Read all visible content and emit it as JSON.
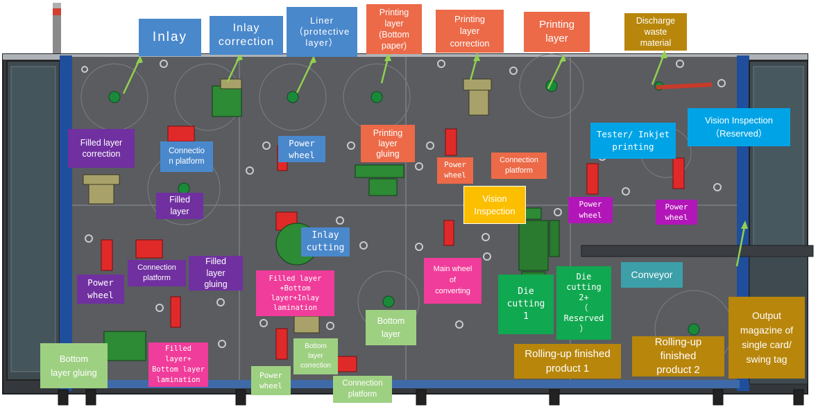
{
  "colors": {
    "blue": "#4a88cc",
    "orange": "#ec6a48",
    "gold": "#b8860b",
    "purple": "#7030a0",
    "cyan": "#00a4e6",
    "magenta": "#b316b8",
    "pink": "#f03c9a",
    "yellow": "#fcbf00",
    "green": "#10a850",
    "light_green": "#9ed082",
    "teal": "#3d9fa8",
    "machine_body": "#5a5c60",
    "machine_frame": "#34373c",
    "arrow": "#92d050"
  },
  "labels": {
    "inlay": "Inlay",
    "inlay_correction": "Inlay\ncorrection",
    "liner": "Liner\n（protective\nlayer）",
    "printing_bottom": "Printing\nlayer\n(Bottom\npaper)",
    "printing_correction": "Printing\nlayer\ncorrection",
    "printing_layer": "Printing\nlayer",
    "discharge": "Discharge\nwaste\nmaterial",
    "vision_reserved": "Vision Inspection\n（Reserved）",
    "tester": "Tester/ Inkjet\nprinting",
    "filled_correction": "Filled layer\ncorrection",
    "connection_platform_1": "Connectio\nn platform",
    "power_wheel_1": "Power\nwheel",
    "printing_gluing": "Printing\nlayer\ngluing",
    "power_wheel_2": "Power\nwheel",
    "connection_platform_2": "Connection\nplatform",
    "filled_layer": "Filled\nlayer",
    "vision_inspection": "Vision\nInspection",
    "power_wheel_3": "Power\nwheel",
    "power_wheel_4": "Power\nwheel",
    "inlay_cutting": "Inlay\ncutting",
    "connection_platform_3": "Connection\nplatform",
    "filled_gluing": "Filled\nlayer\ngluing",
    "filled_bottom_inlay": "Filled layer\n+Bottom\nlayer+Inlay\nlamination",
    "main_wheel": "Main wheel\nof\nconverting",
    "die_cutting_1": "Die\ncutting\n1",
    "die_cutting_2": "Die\ncutting\n2+\n（\nReserved\n）",
    "conveyor": "Conveyor",
    "power_wheel_5": "Power\nwheel",
    "output_magazine": "Output\nmagazine of\nsingle card/\nswing tag",
    "bottom_layer": "Bottom\nlayer",
    "rolling_up_1": "Rolling-up finished\nproduct 1",
    "rolling_up_2": "Rolling-up\nfinished\nproduct 2",
    "bottom_gluing": "Bottom\nlayer gluing",
    "filled_bottom_lamination": "Filled layer+\nBottom layer\nlamination",
    "power_wheel_6": "Power\nwheel",
    "bottom_correction": "Bottom\nlayer\ncorrection",
    "connection_platform_4": "Connection\nplatform"
  }
}
